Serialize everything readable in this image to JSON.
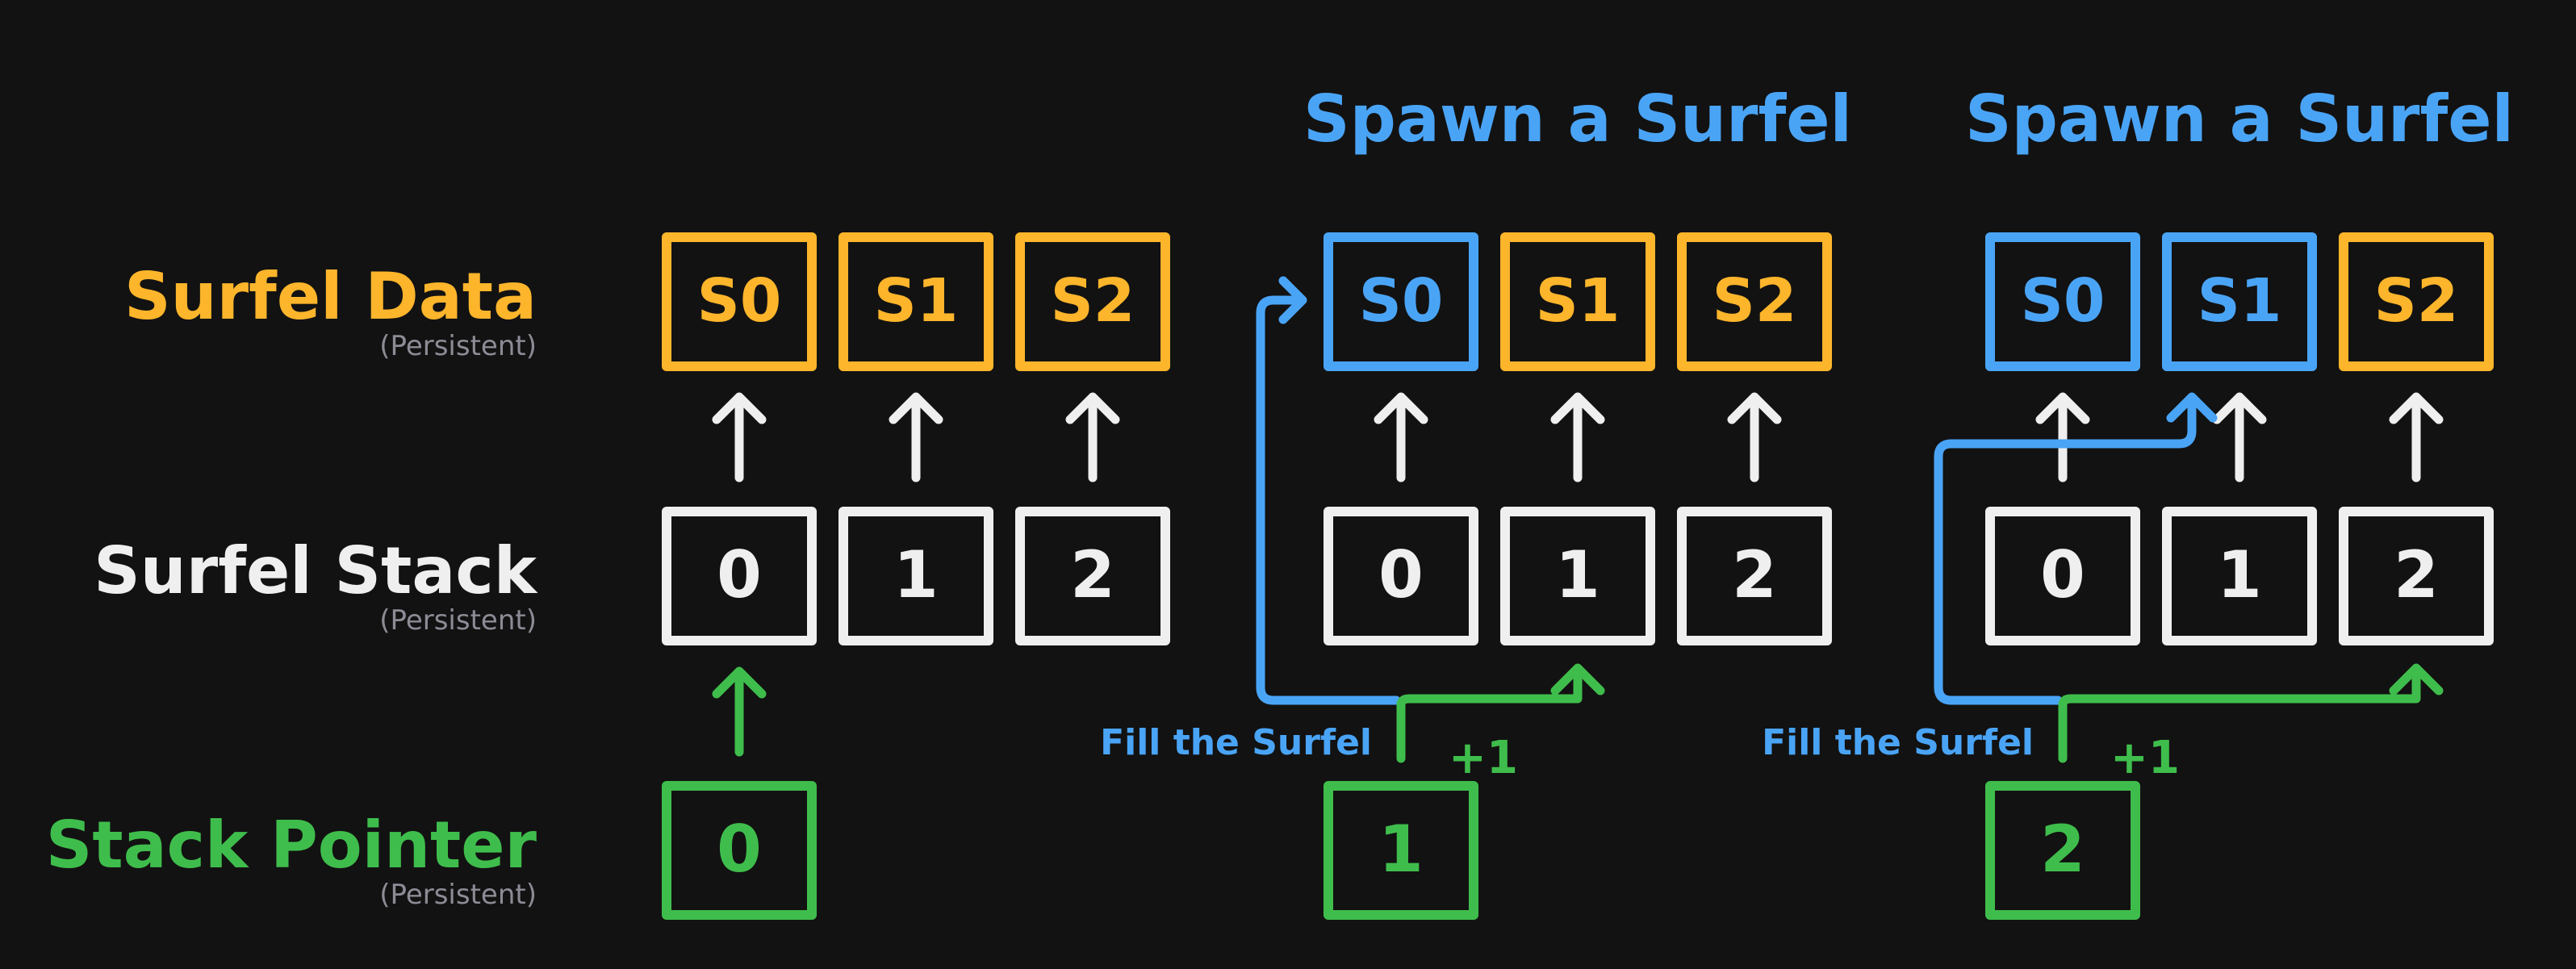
{
  "colors": {
    "background": "#121212",
    "data": "#FDB52B",
    "stack": "#EFEFEF",
    "pointer": "#3FBD4C",
    "spawn": "#4AA4F6",
    "persistent": "#8C8C96"
  },
  "rows": {
    "surfel_data": {
      "label": "Surfel Data",
      "note": "(Persistent)"
    },
    "surfel_stack": {
      "label": "Surfel Stack",
      "note": "(Persistent)"
    },
    "stack_pointer": {
      "label": "Stack Pointer",
      "note": "(Persistent)"
    }
  },
  "panels": [
    {
      "heading": "",
      "data_cells": [
        "S0",
        "S1",
        "S2"
      ],
      "spawned": [
        false,
        false,
        false
      ],
      "stack_cells": [
        "0",
        "1",
        "2"
      ],
      "pointer": "0",
      "fill_label": "",
      "increment": ""
    },
    {
      "heading": "Spawn a Surfel",
      "data_cells": [
        "S0",
        "S1",
        "S2"
      ],
      "spawned": [
        true,
        false,
        false
      ],
      "stack_cells": [
        "0",
        "1",
        "2"
      ],
      "pointer": "1",
      "fill_label": "Fill the Surfel",
      "increment": "+1"
    },
    {
      "heading": "Spawn a Surfel",
      "data_cells": [
        "S0",
        "S1",
        "S2"
      ],
      "spawned": [
        true,
        true,
        false
      ],
      "stack_cells": [
        "0",
        "1",
        "2"
      ],
      "pointer": "2",
      "fill_label": "Fill the Surfel",
      "increment": "+1"
    }
  ]
}
